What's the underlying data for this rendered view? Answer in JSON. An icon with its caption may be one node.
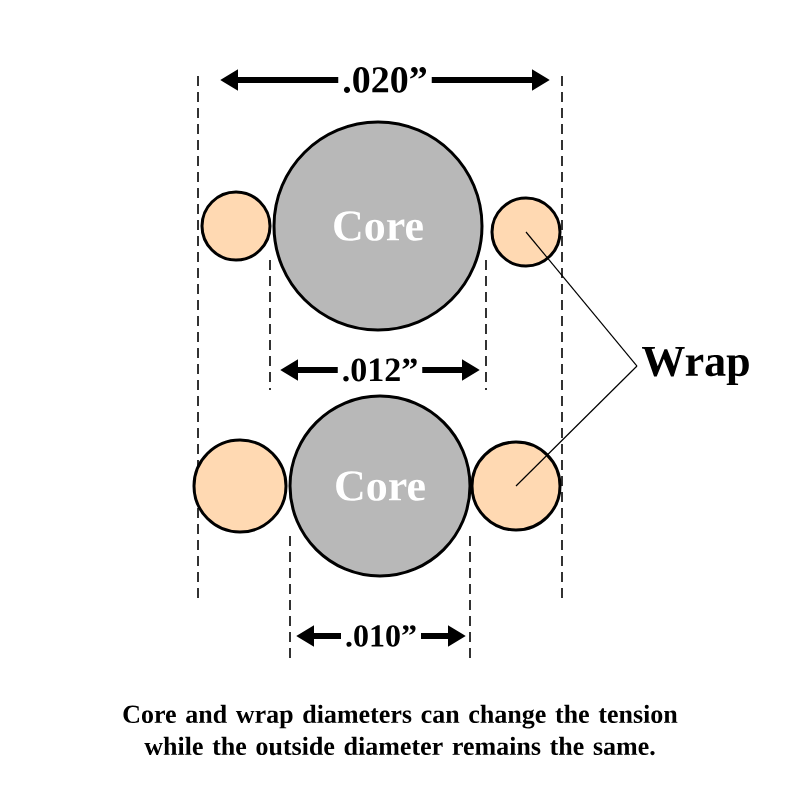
{
  "diagram": {
    "caption": "Core and wrap diameters can change the tension while the outside diameter remains the same.",
    "nodes": [
      {
        "text": [
          "Core"
        ]
      },
      {
        "text": [],
        "shape": "circle"
      },
      {
        "text": [],
        "shape": "circle"
      },
      {
        "text": [
          "Core"
        ]
      },
      {
        "text": [],
        "shape": "circle"
      },
      {
        "text": [],
        "shape": "circle"
      },
      {
        "text": [
          "Wrap"
        ]
      }
    ],
    "edges": [
      {
        "from": 6,
        "to": 2,
        "arrow": "none"
      },
      {
        "from": 6,
        "to": 5,
        "arrow": "none"
      }
    ],
    "labels": [
      ".020”",
      ".012”",
      ".010”"
    ]
  }
}
